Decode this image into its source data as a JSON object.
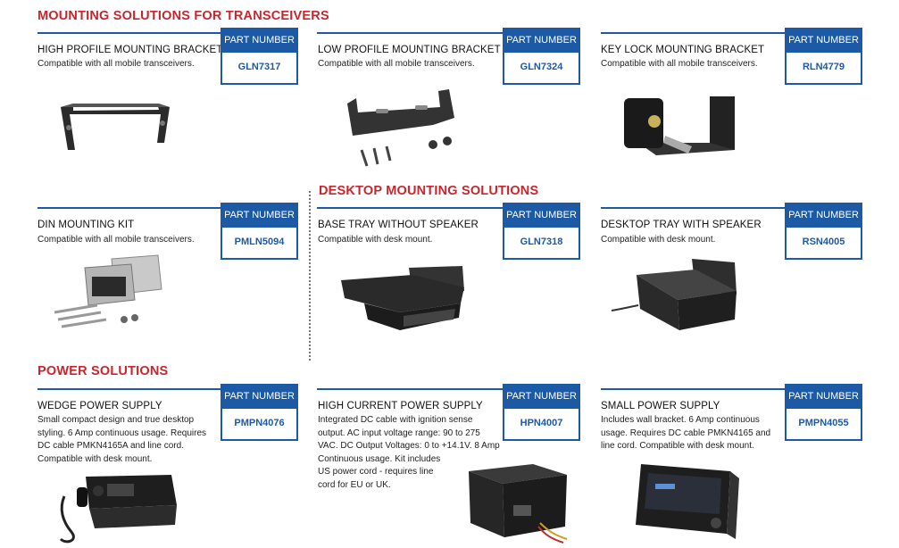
{
  "sections": {
    "mounting": {
      "title": "MOUNTING SOLUTIONS FOR TRANSCEIVERS"
    },
    "desktop": {
      "title": "DESKTOP MOUNTING SOLUTIONS"
    },
    "power": {
      "title": "POWER SOLUTIONS"
    }
  },
  "pn_label": "PART NUMBER",
  "products": [
    {
      "title": "HIGH PROFILE MOUNTING BRACKET",
      "desc": "Compatible with all mobile transceivers.",
      "part": "GLN7317",
      "icon": "bracket-icon"
    },
    {
      "title": "LOW PROFILE MOUNTING BRACKET",
      "desc": "Compatible with all mobile transceivers.",
      "part": "GLN7324",
      "icon": "bracket-icon"
    },
    {
      "title": "KEY LOCK MOUNTING BRACKET",
      "desc": "Compatible with all mobile transceivers.",
      "part": "RLN4779",
      "icon": "lock-bracket-icon"
    },
    {
      "title": "DIN MOUNTING KIT",
      "desc": "Compatible with all mobile transceivers.",
      "part": "PMLN5094",
      "icon": "din-kit-icon"
    },
    {
      "title": "BASE TRAY WITHOUT SPEAKER",
      "desc": "Compatible with desk mount.",
      "part": "GLN7318",
      "icon": "tray-icon"
    },
    {
      "title": "DESKTOP TRAY WITH SPEAKER",
      "desc": "Compatible with desk mount.",
      "part": "RSN4005",
      "icon": "tray-speaker-icon"
    },
    {
      "title": "WEDGE POWER SUPPLY",
      "desc_lines": [
        "Small compact design and true desktop",
        "styling. 6 Amp continuous usage. Requires",
        "DC cable PMKN4165A and line cord.",
        "Compatible with desk mount."
      ],
      "part": "PMPN4076",
      "icon": "radio-icon"
    },
    {
      "title": "HIGH CURRENT POWER SUPPLY",
      "desc_lines": [
        "Integrated DC cable with ignition sense",
        "output. AC input voltage range: 90 to 275",
        "VAC. DC Output Voltages: 0 to +14.1V. 8 Amp",
        "Continuous usage. Kit includes",
        "US power cord - requires line",
        "cord for EU or UK."
      ],
      "part": "HPN4007",
      "icon": "power-supply-icon"
    },
    {
      "title": "SMALL POWER SUPPLY",
      "desc_lines": [
        "Includes wall bracket. 6 Amp continuous",
        "usage. Requires DC cable PMKN4165 and",
        "line cord. Compatible with desk mount."
      ],
      "part": "PMPN4055",
      "icon": "power-supply-icon"
    }
  ]
}
